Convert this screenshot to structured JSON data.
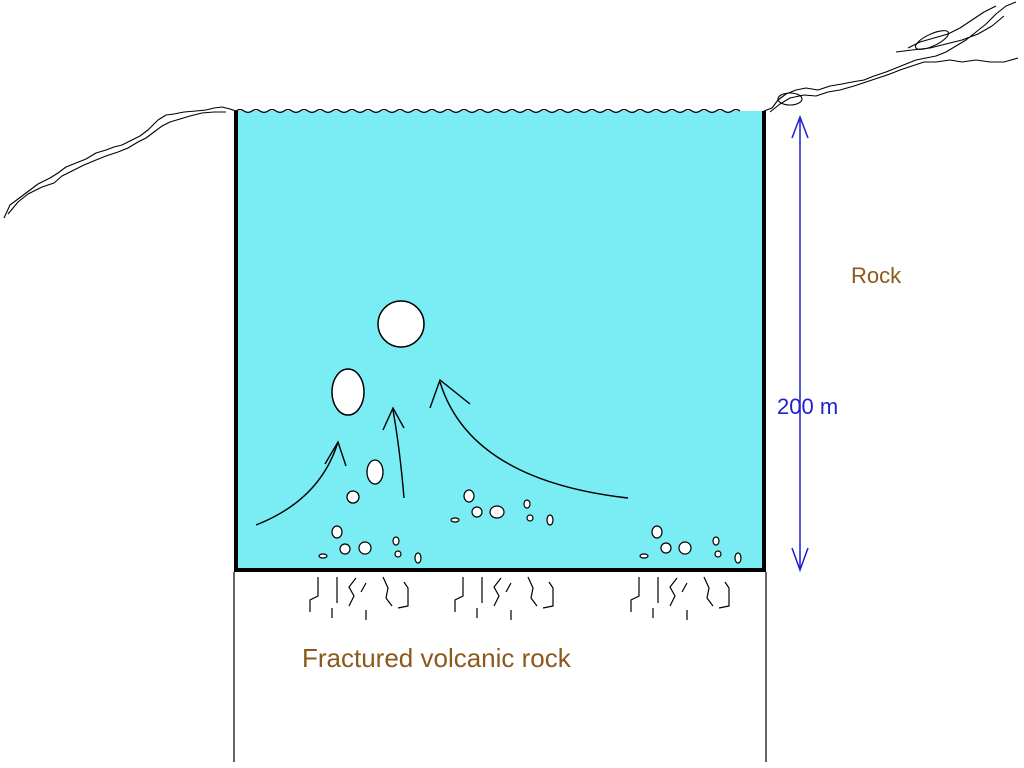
{
  "labels": {
    "rock": "Rock",
    "depth": "200 m",
    "fractured": "Fractured volcanic rock"
  },
  "colors": {
    "water": "#7aecf4",
    "rock_text": "#8b5a1b",
    "depth_arrow": "#1f1fcf",
    "outline": "#000000"
  }
}
